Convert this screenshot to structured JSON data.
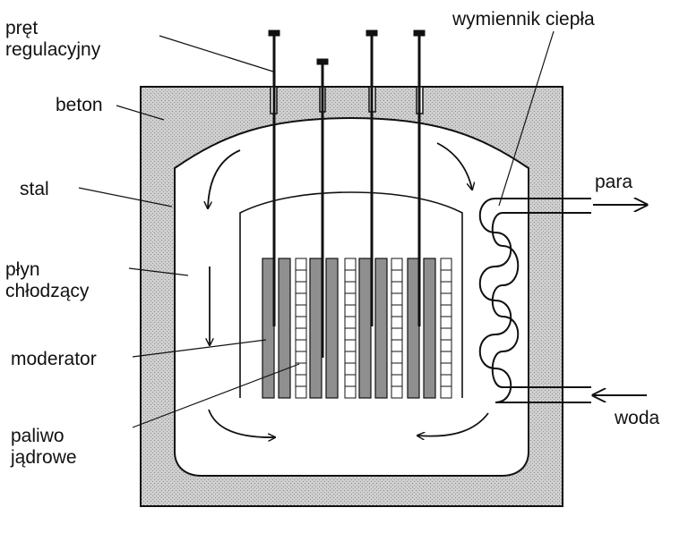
{
  "labels": {
    "control_rod": [
      "pręt",
      "regulacyjny"
    ],
    "concrete": "beton",
    "steel": "stal",
    "coolant": [
      "płyn",
      "chłodzący"
    ],
    "moderator": "moderator",
    "fuel": [
      "paliwo",
      "jądrowe"
    ],
    "heat_exchanger": "wymiennik ciepła",
    "steam": "para",
    "water": "woda"
  },
  "colors": {
    "concrete_fill": "#c9c9c9",
    "moderator_fill": "#8f8f8f",
    "line": "#111111",
    "background": "#ffffff"
  },
  "structure": {
    "moderator_plate_count": 8,
    "fuel_rod_count": 4,
    "fuel_pellets_per_rod": 12,
    "control_rod_count": 4
  }
}
